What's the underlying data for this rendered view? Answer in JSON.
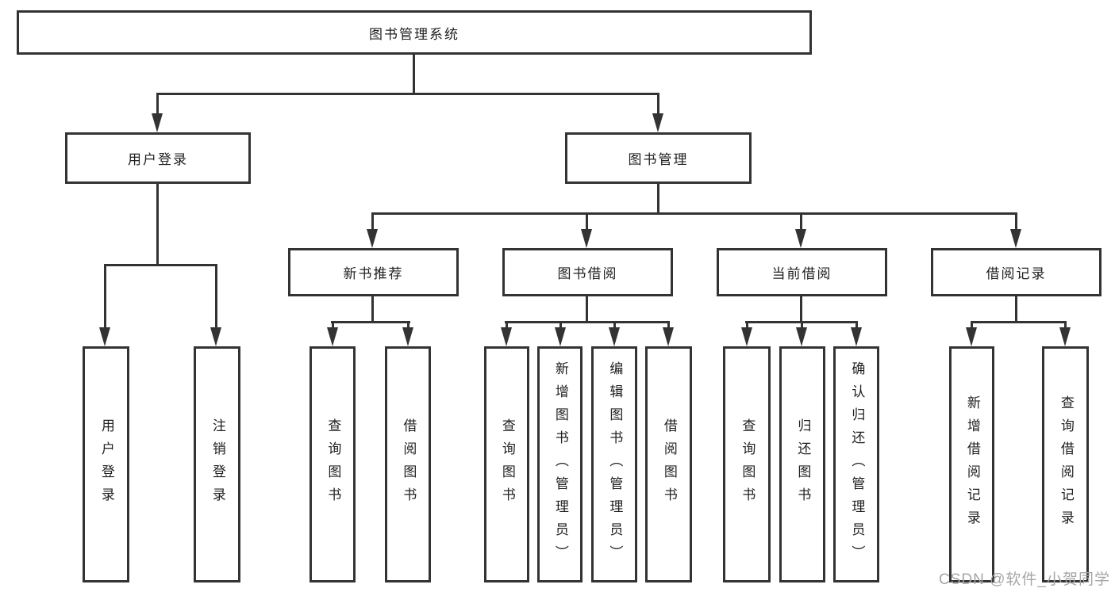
{
  "diagram": {
    "root": {
      "label": "图书管理系统"
    },
    "user_login": {
      "label": "用户登录",
      "children": [
        {
          "label": "用户登录"
        },
        {
          "label": "注销登录"
        }
      ]
    },
    "book_management": {
      "label": "图书管理",
      "sections": [
        {
          "label": "新书推荐",
          "children": [
            {
              "label": "查询图书"
            },
            {
              "label": "借阅图书"
            }
          ]
        },
        {
          "label": "图书借阅",
          "children": [
            {
              "label": "查询图书"
            },
            {
              "label": "新增图书（管理员）"
            },
            {
              "label": "编辑图书（管理员）"
            },
            {
              "label": "借阅图书"
            }
          ]
        },
        {
          "label": "当前借阅",
          "children": [
            {
              "label": "查询图书"
            },
            {
              "label": "归还图书"
            },
            {
              "label": "确认归还（管理员）"
            }
          ]
        },
        {
          "label": "借阅记录",
          "children": [
            {
              "label": "新增借阅记录"
            },
            {
              "label": "查询借阅记录"
            }
          ]
        }
      ]
    }
  },
  "watermark": {
    "text": "CSDN @软件_小贺同学"
  },
  "colors": {
    "line": "#333333",
    "text": "#212121",
    "background": "#ffffff",
    "watermark": "#a6a6a6"
  }
}
